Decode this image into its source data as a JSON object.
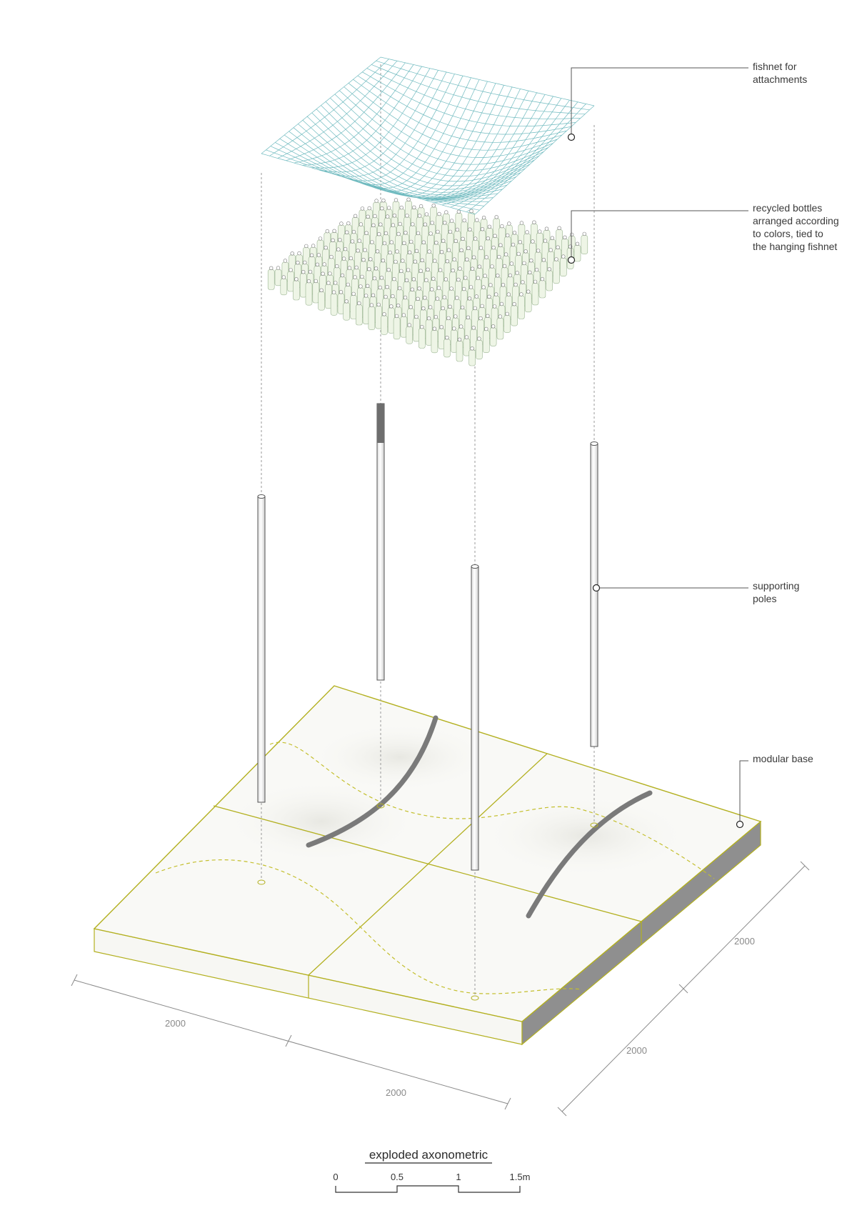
{
  "callouts": {
    "fishnet": [
      "fishnet for",
      "attachments"
    ],
    "bottles": [
      "recycled bottles",
      "arranged according",
      "to colors, tied to",
      "the hanging fishnet"
    ],
    "poles": [
      "supporting",
      "poles"
    ],
    "base": [
      "modular base"
    ]
  },
  "dimensions": {
    "left_outer": "2000",
    "left_inner": "2000",
    "right_outer": "2000",
    "right_inner": "2000"
  },
  "title": "exploded axonometric",
  "scale_bar": {
    "labels": [
      "0",
      "0.5",
      "1",
      "1.5m"
    ]
  },
  "colors": {
    "net": "#5fb3b8",
    "bottle_fill": "#eef5e6",
    "bottle_stroke": "#9bb592",
    "base_outline": "#b3b020",
    "base_side": "#8f8f8f",
    "pole": "#f4f4f4",
    "strip": "#7a7a7a"
  }
}
